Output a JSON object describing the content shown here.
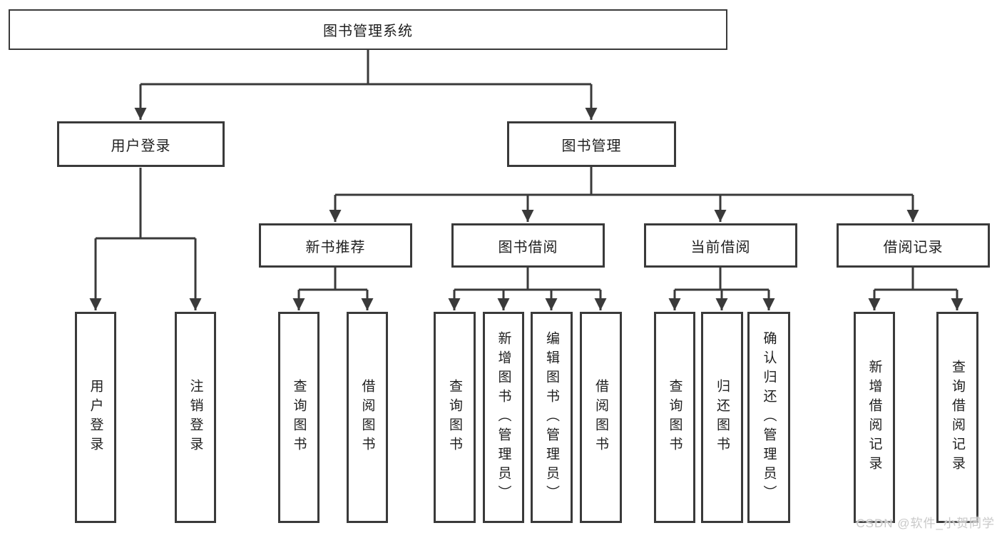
{
  "diagram": {
    "tree": {
      "root": {
        "label": "图书管理系统",
        "children": [
          {
            "label": "用户登录",
            "children": [
              {
                "label": "用户登录"
              },
              {
                "label": "注销登录"
              }
            ]
          },
          {
            "label": "图书管理",
            "children": [
              {
                "label": "新书推荐",
                "children": [
                  {
                    "label": "查询图书"
                  },
                  {
                    "label": "借阅图书"
                  }
                ]
              },
              {
                "label": "图书借阅",
                "children": [
                  {
                    "label": "查询图书"
                  },
                  {
                    "label": "新增图书（管理员）"
                  },
                  {
                    "label": "编辑图书（管理员）"
                  },
                  {
                    "label": "借阅图书"
                  }
                ]
              },
              {
                "label": "当前借阅",
                "children": [
                  {
                    "label": "查询图书"
                  },
                  {
                    "label": "归还图书"
                  },
                  {
                    "label": "确认归还（管理员）"
                  }
                ]
              },
              {
                "label": "借阅记录",
                "children": [
                  {
                    "label": "新增借阅记录"
                  },
                  {
                    "label": "查询借阅记录"
                  }
                ]
              }
            ]
          }
        ]
      }
    },
    "colors": {
      "line": "#3a3a3a",
      "box_border": "#3a3a3a",
      "box_background": "#ffffff",
      "text": "#1f1f1f",
      "page_background": "#ffffff",
      "watermark": "#c9c9c9"
    },
    "watermark": {
      "text": "CSDN @软件_小贺同学"
    }
  }
}
